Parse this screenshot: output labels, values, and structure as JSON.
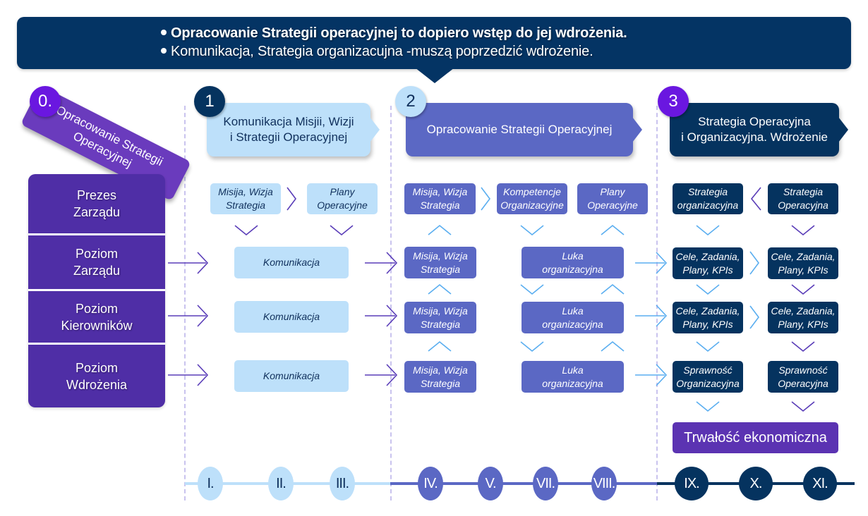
{
  "banner": {
    "line1": "Opracowanie Strategii operacyjnej to dopiero wstęp do jej wdrożenia.",
    "line2": "Komunikacja, Strategia organizacujna -muszą poprzedzić wdrożenie."
  },
  "colors": {
    "navy": "#05335f",
    "purple": "#4f2ea6",
    "violet": "#6a3bbd",
    "periwinkle": "#5b68c4",
    "light_blue": "#bde0fa",
    "bright_purple": "#6a17e0",
    "arrow_purple": "#5a3db8",
    "arrow_light": "#5aaef0"
  },
  "stage0": {
    "number": "0.",
    "title": "Opracowanie Strategii Operacyjnej"
  },
  "levels": [
    {
      "line1": "Prezes",
      "line2": "Zarządu"
    },
    {
      "line1": "Poziom",
      "line2": "Zarządu"
    },
    {
      "line1": "Poziom",
      "line2": "Kierowników"
    },
    {
      "line1": "Poziom",
      "line2": "Wdrożenia"
    }
  ],
  "stage1": {
    "number": "1",
    "title_line1": "Komunikacja Misjii, Wizji",
    "title_line2": "i Strategii Operacyjnej",
    "top_boxes": [
      {
        "line1": "Misija, Wizja",
        "line2": "Strategia"
      },
      {
        "line1": "Plany",
        "line2": "Operacyjne"
      }
    ],
    "rows": [
      "Komunikacja",
      "Komunikacja",
      "Komunikacja"
    ]
  },
  "stage2": {
    "number": "2",
    "title": "Opracowanie Strategii Operacyjnej",
    "top_boxes": [
      {
        "line1": "Misija, Wizja",
        "line2": "Strategia"
      },
      {
        "line1": "Kompetencje",
        "line2": "Organizacyjne"
      },
      {
        "line1": "Plany",
        "line2": "Operacyjne"
      }
    ],
    "left_rows": [
      {
        "line1": "Misija, Wizja",
        "line2": "Strategia"
      },
      {
        "line1": "Misija, Wizja",
        "line2": "Strategia"
      },
      {
        "line1": "Misija, Wizja",
        "line2": "Strategia"
      }
    ],
    "right_rows": [
      {
        "line1": "Luka",
        "line2": "organizacyjna"
      },
      {
        "line1": "Luka",
        "line2": "organizacyjna"
      },
      {
        "line1": "Luka",
        "line2": "organizacyjna"
      }
    ]
  },
  "stage3": {
    "number": "3",
    "title_line1": "Strategia Operacyjna",
    "title_line2": "i Organizacyjna. Wdrożenie",
    "top_boxes": [
      {
        "line1": "Strategia",
        "line2": "organizacyjna"
      },
      {
        "line1": "Strategia",
        "line2": "Operacyjna"
      }
    ],
    "left_rows": [
      {
        "line1": "Cele, Zadania,",
        "line2": "Plany, KPIs"
      },
      {
        "line1": "Cele, Zadania,",
        "line2": "Plany, KPIs"
      },
      {
        "line1": "Sprawność",
        "line2": "Organizacyjna"
      }
    ],
    "right_rows": [
      {
        "line1": "Cele, Zadania,",
        "line2": "Plany, KPIs"
      },
      {
        "line1": "Cele, Zadania,",
        "line2": "Plany, KPIs"
      },
      {
        "line1": "Sprawność",
        "line2": "Operacyjna"
      }
    ],
    "final": "Trwałość ekonomiczna"
  },
  "timeline": {
    "phase1": [
      "I.",
      "II.",
      "III."
    ],
    "phase2": [
      "IV.",
      "V.",
      "VII.",
      "VIII."
    ],
    "phase3": [
      "IX.",
      "X.",
      "XI."
    ]
  }
}
